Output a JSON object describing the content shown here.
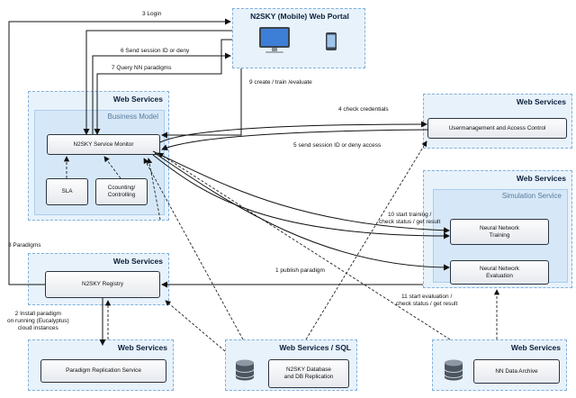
{
  "portal": {
    "title": "N2SKY (Mobile) Web Portal",
    "icons": [
      "desktop-monitor-icon",
      "mobile-phone-icon"
    ]
  },
  "ws_main": {
    "title": "Web Services",
    "inner_title": "Business Model"
  },
  "service_monitor": "N2SKY Service Monitor",
  "sla": "SLA",
  "accounting": [
    "Ccounting/",
    "Controlling"
  ],
  "ws_user": {
    "title": "Web Services",
    "box": "Usermanagement and Access Control"
  },
  "ws_sim": {
    "title": "Web Services",
    "inner_title": "Simulation Service"
  },
  "nn_training": [
    "Neural Network",
    "Training"
  ],
  "nn_evaluation": [
    "Neural Network",
    "Evaluation"
  ],
  "ws_registry": {
    "title": "Web Services",
    "box": "N2SKY Registry"
  },
  "ws_replication": {
    "title": "Web Services",
    "box": "Paradigm Replication Service"
  },
  "ws_sql": {
    "title": "Web Services / SQL",
    "box": [
      "N2SKY Database",
      "and DB Replication"
    ]
  },
  "ws_archive": {
    "title": "Web Services",
    "box": "NN Data Archive"
  },
  "edges": {
    "e3": "3 Login",
    "e6": "6 Send session ID or deny",
    "e7": "7 Query NN paradigms",
    "e9": "9 create / train /evaluate",
    "e4": "4 check credentials",
    "e5": "5 send session ID or deny access",
    "e8": "8 Paradigms",
    "e1": "1 publish paradigm",
    "e10": [
      "10 start training /",
      "check status / get result"
    ],
    "e11": [
      "11 start evaluation /",
      "check status / get result"
    ],
    "e2": [
      "2 Install paradigm",
      "on running (Eucalyptus)",
      "cloud instances"
    ]
  },
  "colors": {
    "panel": "#e8f2fb",
    "panel_border": "#7fb0dc",
    "inner": "#d6e8f8",
    "line": "#111111"
  }
}
